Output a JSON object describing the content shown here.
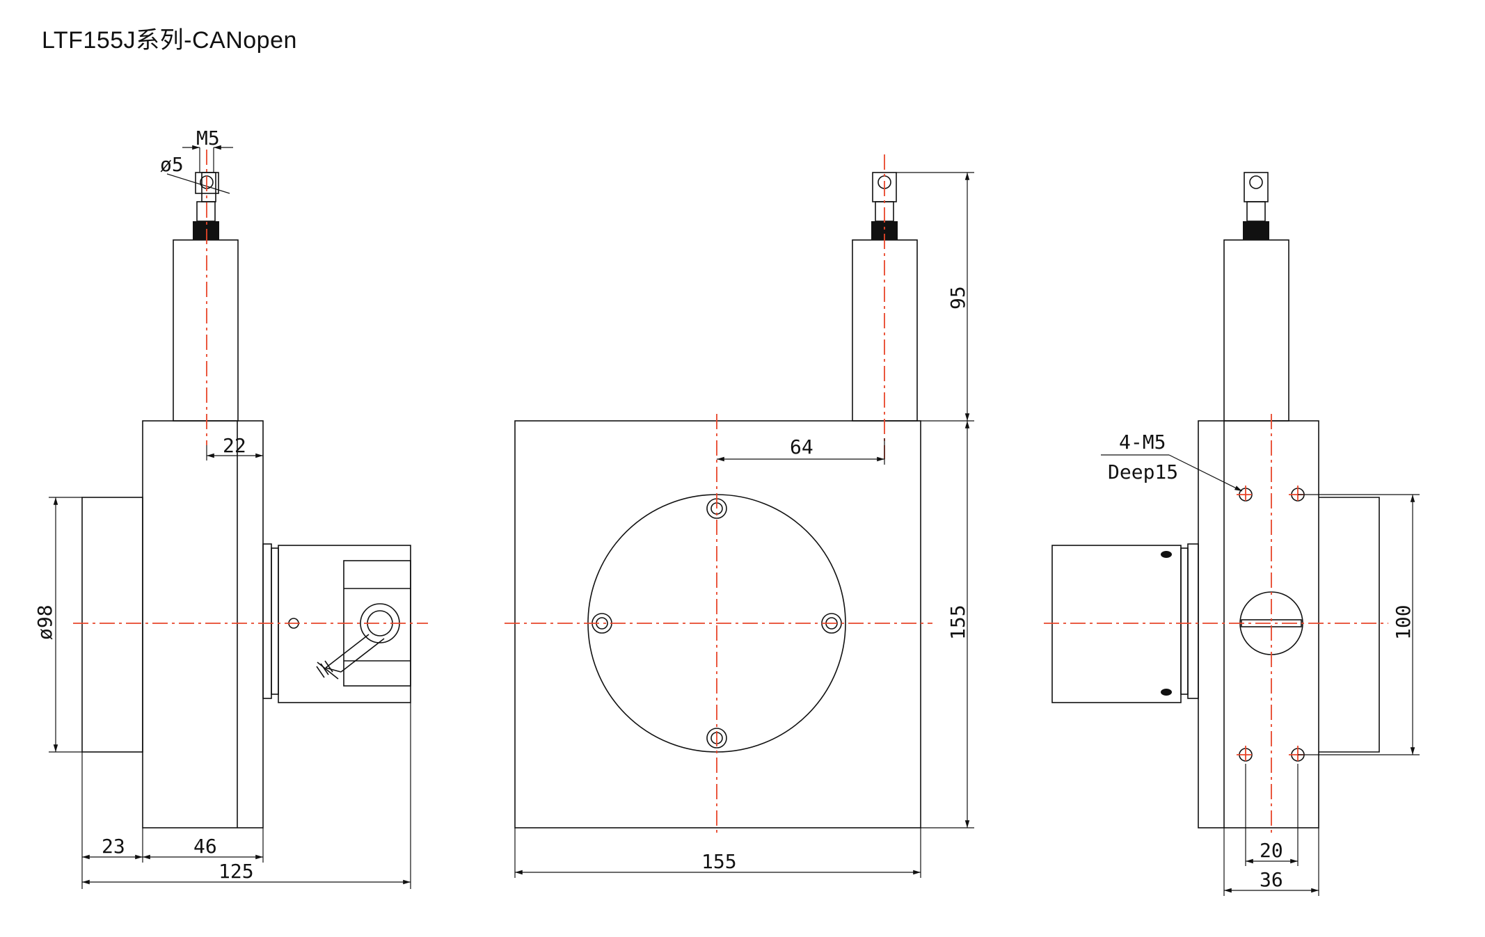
{
  "title": "LTF155J系列-CANopen",
  "colors": {
    "outline": "#111111",
    "centerline": "#e8452a",
    "background": "#ffffff"
  },
  "views": {
    "side": {
      "thread_label": "M5",
      "hole_dia_label": "ø5",
      "offset_label": "22",
      "dia_label": "ø98",
      "dim_front_label": "23",
      "dim_body_label": "46",
      "dim_total_label": "125"
    },
    "front": {
      "height_top_label": "95",
      "offset_label": "64",
      "height_label": "155",
      "width_label": "155"
    },
    "rear": {
      "holes_label": "4-M5",
      "depth_label": "Deep15",
      "spacing_v_label": "100",
      "spacing_h_label": "20",
      "width_label": "36"
    }
  }
}
